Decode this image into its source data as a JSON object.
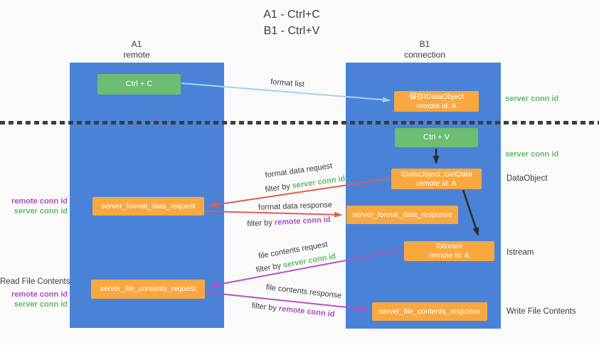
{
  "title": {
    "line1": "A1 - Ctrl+C",
    "line2": "B1 - Ctrl+V"
  },
  "columns": {
    "left": {
      "header_line1": "A1",
      "header_line2": "remote"
    },
    "right": {
      "header_line1": "B1",
      "header_line2": "connection"
    }
  },
  "boxes": {
    "ctrl_c": {
      "label": "Ctrl + C"
    },
    "save_dataobject": {
      "line1": "保存IDataObject",
      "line2": "remote id: A"
    },
    "ctrl_v": {
      "label": "Ctrl + V"
    },
    "getdata": {
      "line1": "IDataObject::GetData",
      "line2": "remote id: A"
    },
    "format_request": {
      "label": "server_format_data_request"
    },
    "format_response": {
      "label": "server_format_data_response"
    },
    "istream": {
      "line1": "IStream",
      "line2": "remote id: A"
    },
    "file_request": {
      "label": "server_file_contents_request"
    },
    "file_response": {
      "label": "server_file_contents_response"
    }
  },
  "arrow_labels": {
    "format_list": "format list",
    "format_data_request": "format data request",
    "format_data_response": "format data response",
    "file_contents_request": "file contents request",
    "file_contents_response": "file contents response",
    "filter_by": "filter by ",
    "server_conn_id": "server conn id",
    "remote_conn_id": "remote conn id"
  },
  "side_labels": {
    "server_conn_id_top": "server conn id",
    "server_conn_id_mid": "server conn id",
    "dataobject": "DataObject",
    "istream": "Istream",
    "write_file_contents": "Write File Contents",
    "read_file_contents": "Read File Contents",
    "remote_conn_id": "remote conn id",
    "server_conn_id": "server conn id"
  },
  "colors": {
    "lane_blue": "#4a82d8",
    "box_green": "#6dbd72",
    "box_orange": "#f9a83f",
    "arrow_light_blue": "#a5d2f1",
    "arrow_red": "#e8594f",
    "arrow_purple": "#bb4fc6",
    "arrow_black": "#2b2b2b",
    "text_green": "#5fbd64",
    "text_purple": "#ad4ec6",
    "text_dark": "#3d3d3d",
    "background": "#fafafa"
  }
}
